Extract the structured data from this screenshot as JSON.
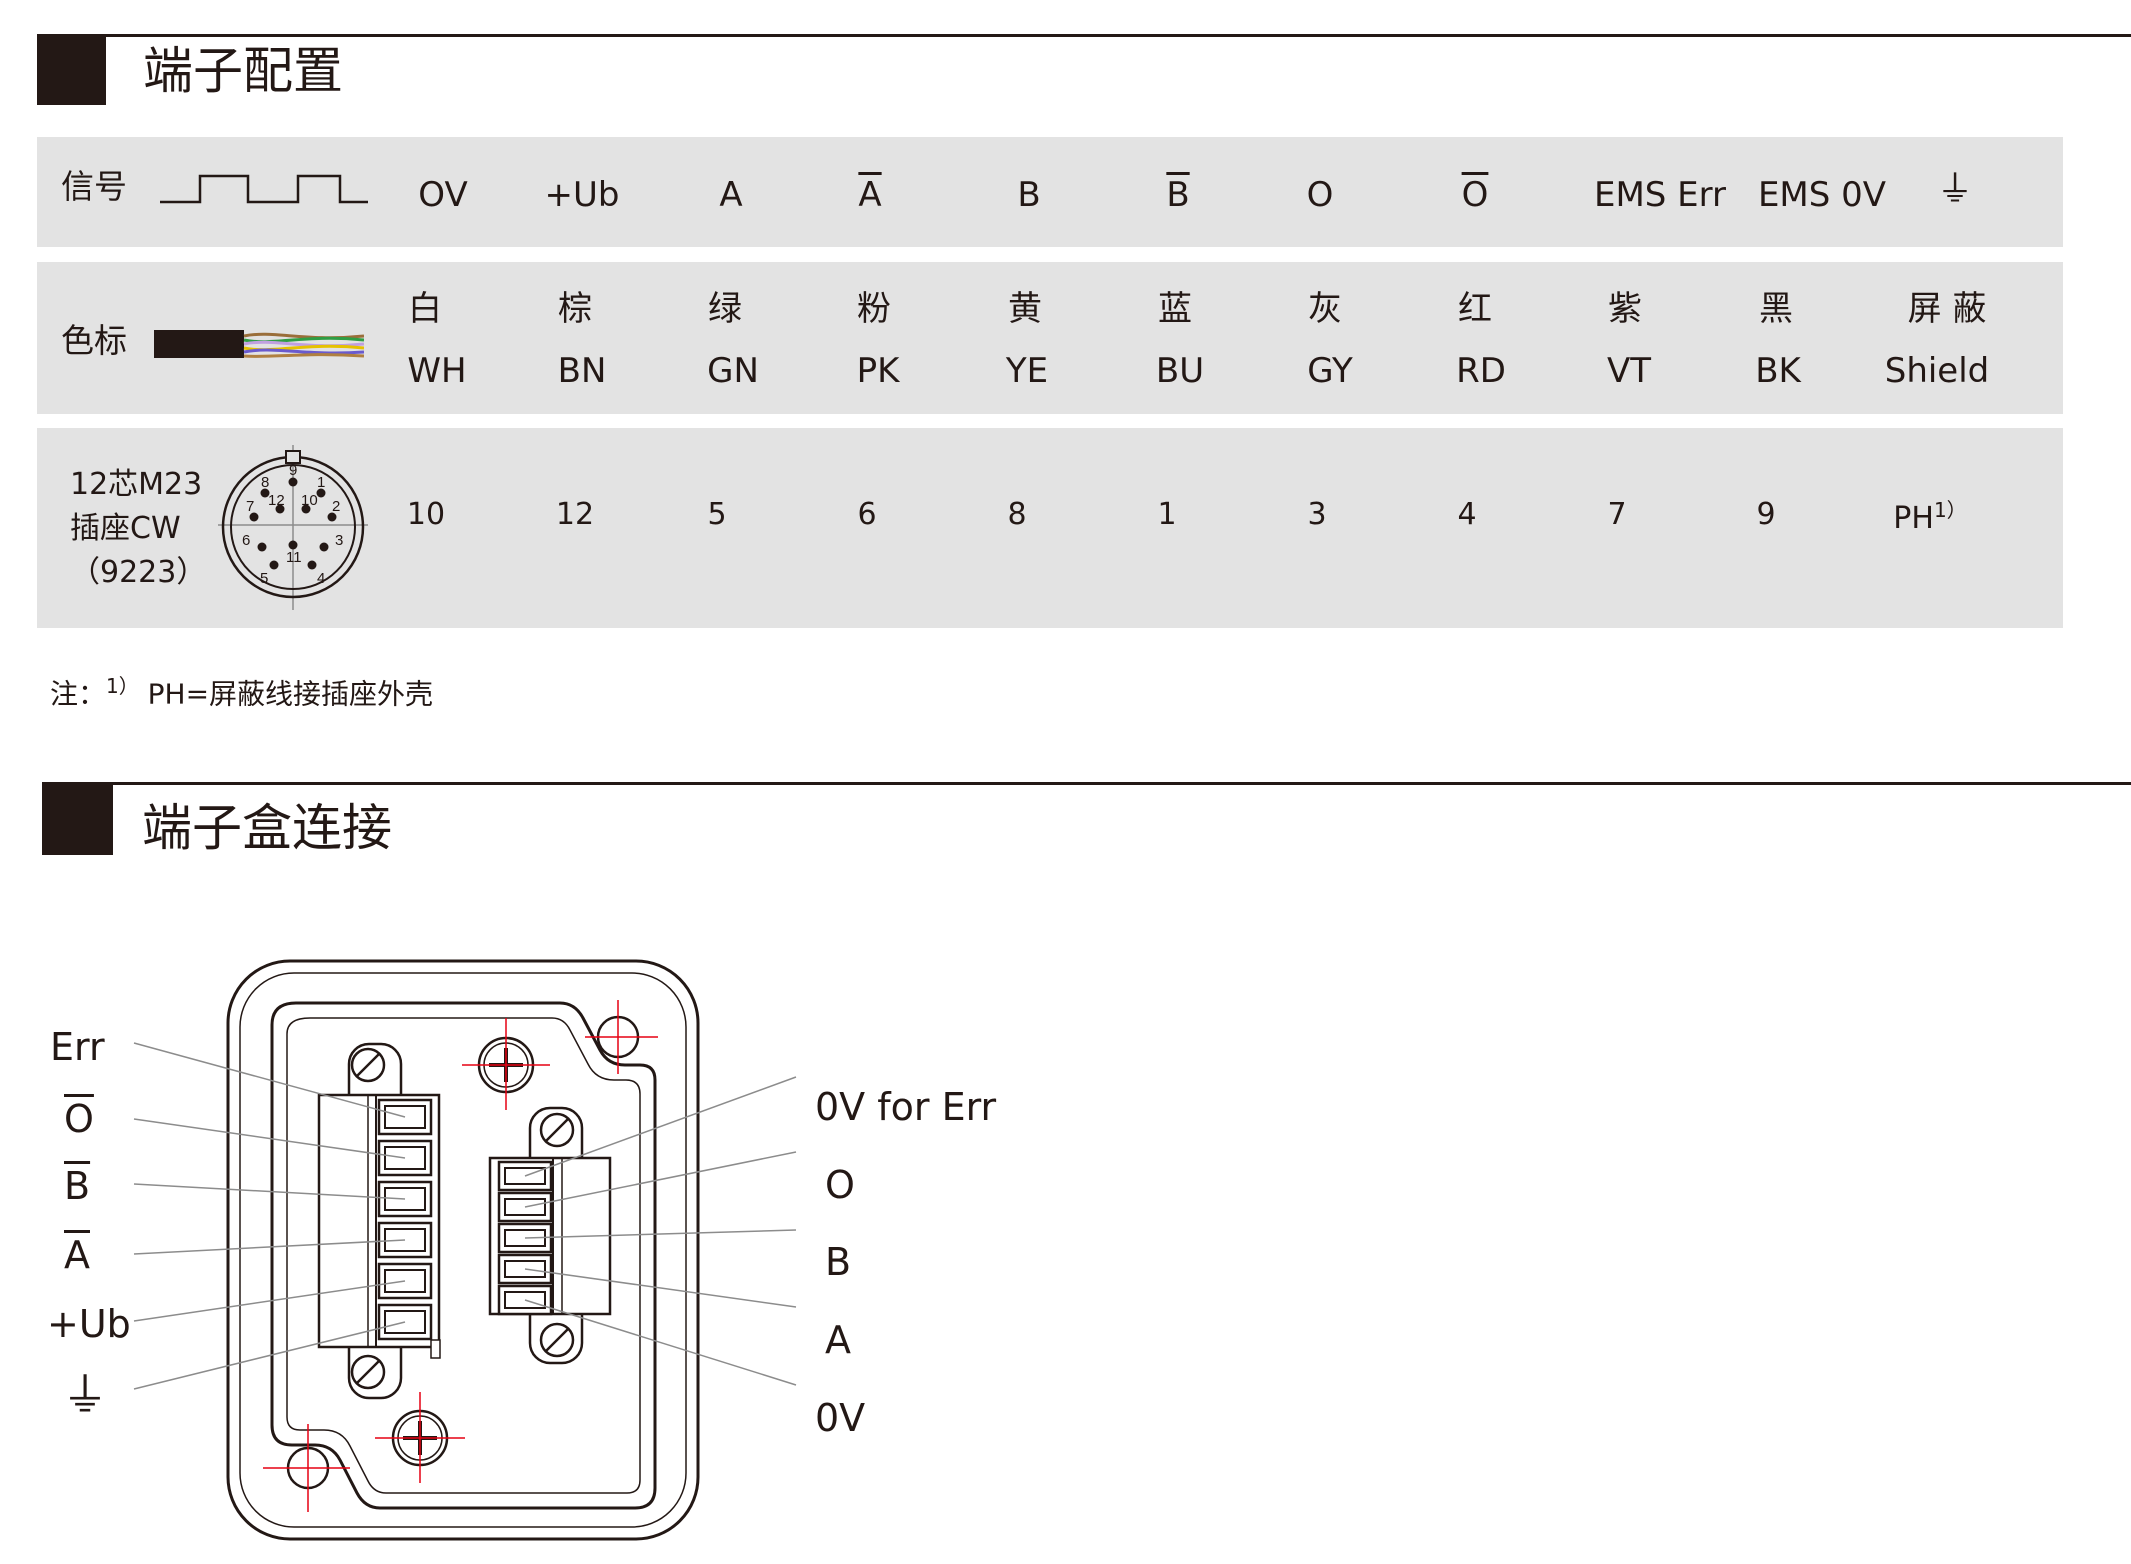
{
  "section1": {
    "title": "端子配置"
  },
  "table": {
    "signal_label": "信号",
    "color_label": "色标",
    "connector_label": [
      "12芯M23",
      "插座CW",
      "（9223）"
    ],
    "signals": [
      "OV",
      "+Ub",
      "A",
      "A",
      "B",
      "B",
      "O",
      "O",
      "EMS Err",
      "EMS 0V"
    ],
    "signal_overlined": [
      false,
      false,
      false,
      true,
      false,
      true,
      false,
      true,
      false,
      false
    ],
    "ground_symbol": "⏚",
    "colors_cn": [
      "白",
      "棕",
      "绿",
      "粉",
      "黄",
      "蓝",
      "灰",
      "红",
      "紫",
      "黑",
      "屏 蔽"
    ],
    "colors_code": [
      "WH",
      "BN",
      "GN",
      "PK",
      "YE",
      "BU",
      "GY",
      "RD",
      "VT",
      "BK",
      "Shield"
    ],
    "pins": [
      "10",
      "12",
      "5",
      "6",
      "8",
      "1",
      "3",
      "4",
      "7",
      "9",
      "PH"
    ],
    "pin_last_sup": "1）",
    "connector_pin_numbers": [
      "9",
      "8",
      "1",
      "7",
      "12",
      "10",
      "2",
      "6",
      "3",
      "11",
      "5",
      "4"
    ]
  },
  "note": {
    "prefix": "注：",
    "sup": "1）",
    "text": " PH=屏蔽线接插座外壳"
  },
  "section2": {
    "title": "端子盒连接"
  },
  "diagram": {
    "left_labels": [
      "Err",
      "O",
      "B",
      "A",
      "+Ub",
      "⏚"
    ],
    "left_overlined": [
      false,
      true,
      true,
      true,
      false,
      false
    ],
    "right_labels": [
      "0V for Err",
      "O",
      "B",
      "A",
      "0V"
    ],
    "accent_color": "#e60012",
    "line_color": "#231815"
  }
}
